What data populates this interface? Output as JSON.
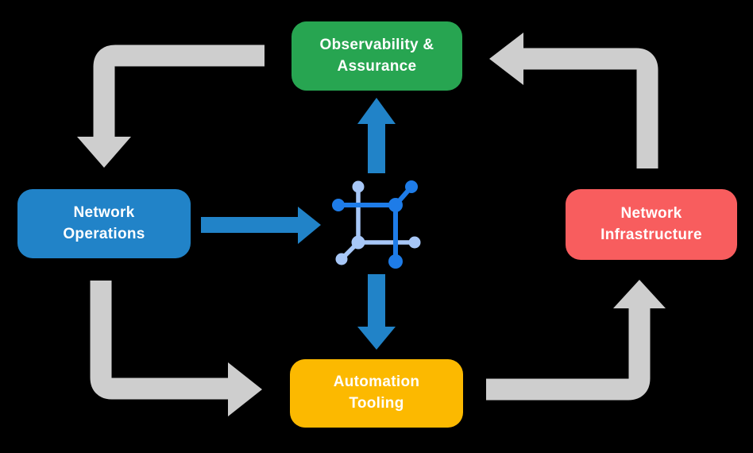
{
  "canvas": {
    "background": "#000000"
  },
  "colors": {
    "arrow_gray": "#CECECE",
    "arrow_blue": "#2183C8",
    "icon_dark": "#1E7CE8",
    "icon_light": "#A7C7F7",
    "label_text": "#FFFFFF"
  },
  "nodes": {
    "observability": {
      "label": "Observability &\nAssurance",
      "color": "#27A551"
    },
    "operations": {
      "label": "Network\nOperations",
      "color": "#2183C8"
    },
    "infrastructure": {
      "label": "Network\nInfrastructure",
      "color": "#F85D5E"
    },
    "automation": {
      "label": "Automation\nTooling",
      "color": "#FCB900"
    },
    "hub": {
      "icon": "network-hub-icon"
    }
  },
  "edges": [
    {
      "from": "Observability & Assurance",
      "to": "Network Operations",
      "style": "gray-elbow"
    },
    {
      "from": "Network Operations",
      "to": "Automation Tooling",
      "style": "gray-elbow"
    },
    {
      "from": "Automation Tooling",
      "to": "Network Infrastructure",
      "style": "gray-elbow"
    },
    {
      "from": "Network Infrastructure",
      "to": "Observability & Assurance",
      "style": "gray-elbow"
    },
    {
      "from": "Network Operations",
      "to": "hub",
      "style": "blue-straight"
    },
    {
      "from": "hub",
      "to": "Observability & Assurance",
      "style": "blue-straight"
    },
    {
      "from": "hub",
      "to": "Automation Tooling",
      "style": "blue-straight"
    }
  ]
}
